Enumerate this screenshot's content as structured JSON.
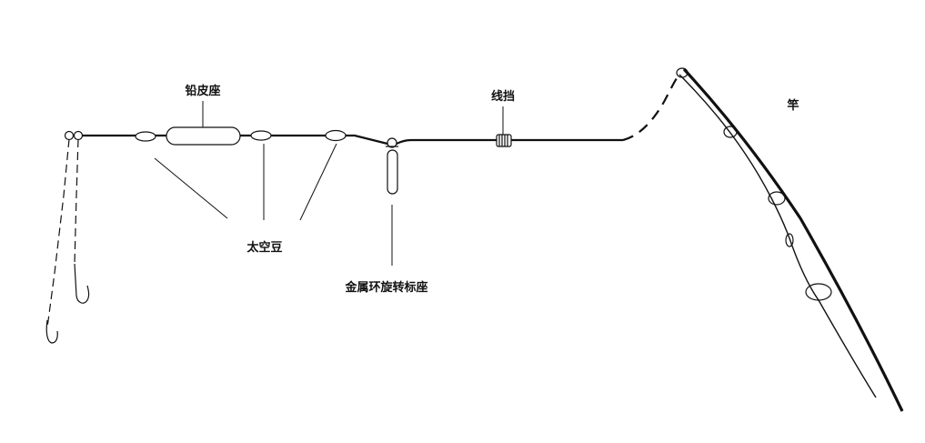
{
  "labels": {
    "lead_seat": "铅皮座",
    "space_beans": "太空豆",
    "swivel_float_seat": "金属环旋转标座",
    "line_stopper": "线挡",
    "rod": "竿"
  },
  "colors": {
    "line": "#111111",
    "background": "#ffffff"
  }
}
